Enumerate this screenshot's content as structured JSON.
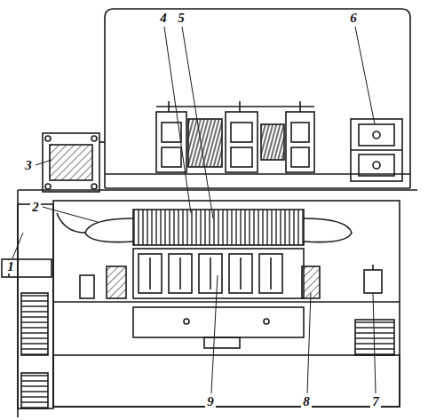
{
  "diagram": {
    "labels": [
      "4",
      "5",
      "6",
      "3",
      "2",
      "1",
      "9",
      "8",
      "7"
    ]
  }
}
